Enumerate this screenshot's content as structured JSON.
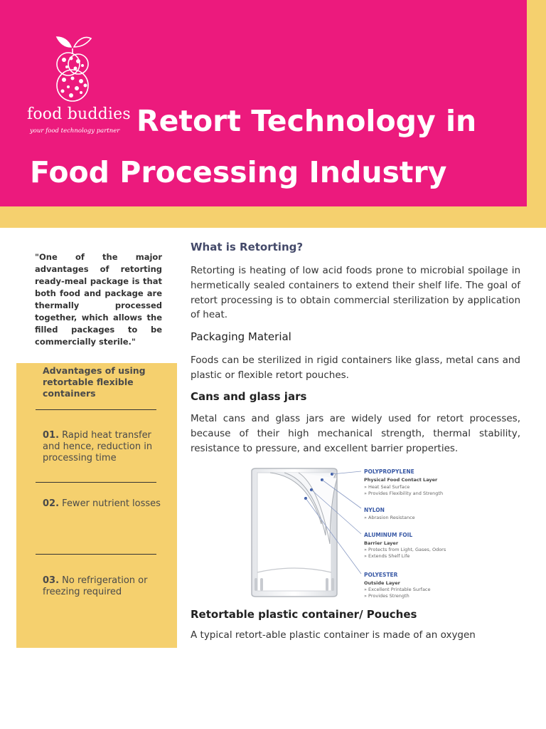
{
  "brand": {
    "name": "food buddies",
    "tagline": "your food technology partner"
  },
  "title": {
    "line1": "Retort Technology in",
    "line2": "Food Processing Industry"
  },
  "quote": "\"One of the major advantages of retorting ready-meal package is that both food and package are thermally processed together, which allows the filled packages to be commercially sterile.\"",
  "advantages": {
    "title": "Advantages of using retortable flexible containers",
    "items": [
      {
        "num": "01.",
        "text": "Rapid heat transfer and hence, reduction in processing time"
      },
      {
        "num": "02.",
        "text": "Fewer nutrient losses"
      },
      {
        "num": "03.",
        "text": "No refrigeration or freezing required"
      }
    ]
  },
  "sections": {
    "what_heading": "What is Retorting?",
    "what_text": "Retorting is heating of low acid foods prone to microbial spoilage in hermetically sealed containers to extend their shelf life. The goal of retort processing is to obtain commercial sterilization by application of heat.",
    "packaging_heading": "Packaging Material",
    "packaging_text": "Foods can be sterilized in rigid containers like glass, metal cans and plastic or flexible retort pouches.",
    "cans_heading": "Cans and glass jars",
    "cans_text": "Metal cans and glass jars are widely used for retort processes, because of their high mechanical strength, thermal stability, resistance to pressure, and excellent barrier properties.",
    "pouch_heading": "Retortable plastic container/ Pouches",
    "pouch_text": "A typical retort-able plastic container is made of an oxygen"
  },
  "figure": {
    "layers": [
      {
        "name": "POLYPROPYLENE",
        "sub": "Physical Food Contact Layer",
        "notes": [
          "» Heat Seal Surface",
          "» Provides Flexibility and Strength"
        ]
      },
      {
        "name": "NYLON",
        "sub": "",
        "notes": [
          "» Abrasion Resistance"
        ]
      },
      {
        "name": "ALUMINUM FOIL",
        "sub": "Barrier Layer",
        "notes": [
          "» Protects from Light, Gases, Odors",
          "» Extends Shelf Life"
        ]
      },
      {
        "name": "POLYESTER",
        "sub": "Outside Layer",
        "notes": [
          "» Excellent Printable Surface",
          "» Provides Strength"
        ]
      }
    ]
  },
  "colors": {
    "header_pink": "#ec1a7d",
    "accent_yellow": "#f5d06e",
    "heading_blue": "#444a6a",
    "layer_label_blue": "#3a5aa6"
  }
}
